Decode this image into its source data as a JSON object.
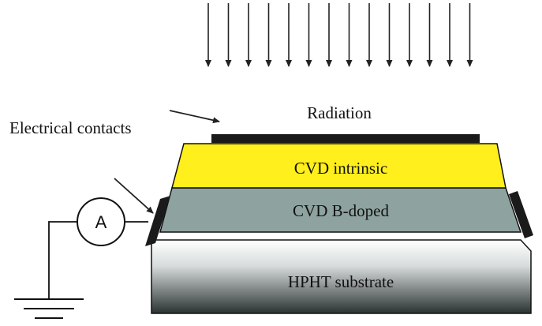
{
  "diagram": {
    "labels": {
      "radiation": "Radiation",
      "electrical_contacts": "Electrical contacts",
      "ammeter": "A"
    },
    "layers": [
      {
        "id": "intrinsic",
        "label": "CVD intrinsic",
        "color": "#ffef1c"
      },
      {
        "id": "bdoped",
        "label": "CVD B-doped",
        "color": "#8ea39f"
      },
      {
        "id": "substrate",
        "label": "HPHT substrate",
        "color_top": "#ffffff",
        "color_bottom": "#26302f"
      }
    ],
    "contact_color": "#1a1a1a"
  }
}
